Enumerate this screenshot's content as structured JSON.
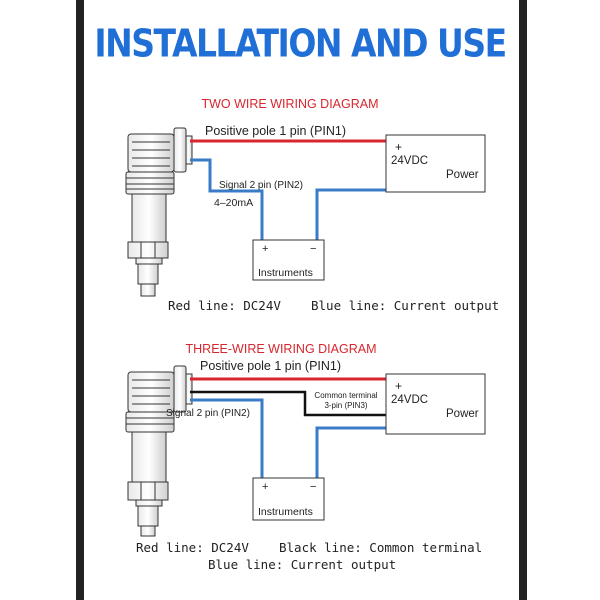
{
  "title": "INSTALLATION AND USE",
  "colors": {
    "title": "#1f6fd6",
    "red_wire": "#d8262e",
    "blue_wire": "#3a7bc8",
    "black_wire": "#111111",
    "heading_red": "#d8262e"
  },
  "two_wire": {
    "heading": "TWO WIRE WIRING DIAGRAM",
    "pin1_label": "Positive pole 1 pin (PIN1)",
    "pin2_label": "Signal 2 pin (PIN2)",
    "current_label": "4–20mA",
    "power": {
      "plus": "+",
      "voltage": "24VDC",
      "label": "Power"
    },
    "instruments": {
      "plus": "+",
      "minus": "−",
      "label": "Instruments"
    },
    "legend": "Red line: DC24V    Blue line: Current output"
  },
  "three_wire": {
    "heading": "THREE-WIRE WIRING DIAGRAM",
    "pin1_label": "Positive pole 1 pin (PIN1)",
    "pin2_label": "Signal 2 pin (PIN2)",
    "pin3_label_line1": "Common terminal",
    "pin3_label_line2": "3-pin (PIN3)",
    "power": {
      "plus": "+",
      "voltage": "24VDC",
      "label": "Power"
    },
    "instruments": {
      "plus": "+",
      "minus": "−",
      "label": "Instruments"
    },
    "legend_line1": "Red line: DC24V    Black line: Common terminal",
    "legend_line2": "Blue line: Current output"
  }
}
